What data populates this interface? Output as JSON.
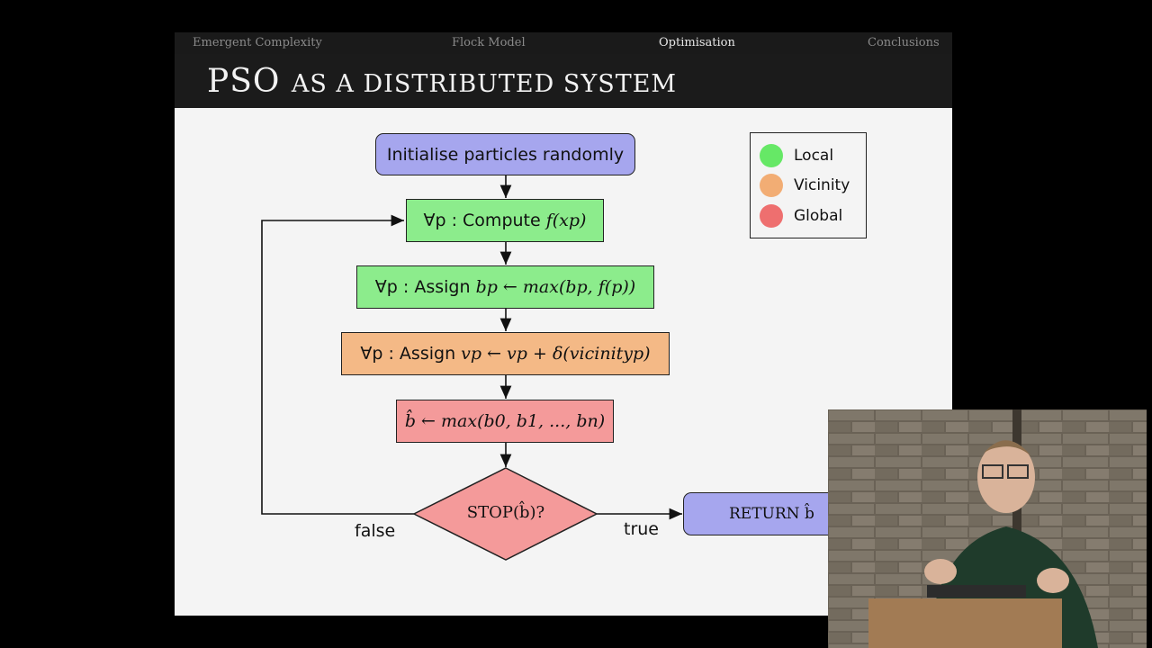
{
  "nav": {
    "items": [
      "Emergent Complexity",
      "Flock Model",
      "Optimisation",
      "Conclusions"
    ],
    "active": "Optimisation"
  },
  "slide": {
    "title_main": "PSO",
    "title_rest": "as a distributed system"
  },
  "flowchart": {
    "init": "Initialise particles randomly",
    "compute_prefix": "∀p : Compute ",
    "compute_math": "f(xp)",
    "assign_b_prefix": "∀p : Assign ",
    "assign_b_math": "bp ← max(bp, f(p))",
    "assign_v_prefix": "∀p : Assign ",
    "assign_v_math": "vp ← vp + δ(vicinityp)",
    "global_best": "b̂ ← max(b0, b1, ..., bn)",
    "stop": "STOP(b̂)?",
    "return": "RETURN b̂",
    "label_false": "false",
    "label_true": "true"
  },
  "legend": {
    "items": [
      {
        "label": "Local",
        "color": "#66e866"
      },
      {
        "label": "Vicinity",
        "color": "#f2ad74"
      },
      {
        "label": "Global",
        "color": "#ee6f6f"
      }
    ]
  },
  "colors": {
    "blue": "#a6a6ee",
    "green": "#8cec8c",
    "orange": "#f4b986",
    "red": "#f49a9a"
  },
  "webcam": {
    "description_icon": "presenter-video"
  }
}
